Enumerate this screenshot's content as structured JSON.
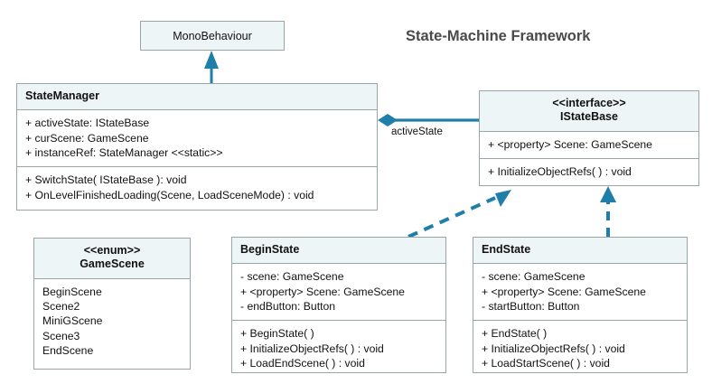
{
  "diagram": {
    "title": "State-Machine Framework",
    "accent_color": "#1f7fa8",
    "border_color": "#9aa5a8",
    "header_fill": "#eef5f6",
    "title_color": "#4a4a4a"
  },
  "boxes": {
    "monobehaviour": {
      "name": "MonoBehaviour"
    },
    "state_manager": {
      "name": "StateManager",
      "attributes": [
        "+ activeState: IStateBase",
        "+ curScene: GameScene",
        "+ instanceRef: StateManager <<static>>"
      ],
      "methods": [
        "+ SwitchState( IStateBase ): void",
        "+ OnLevelFinishedLoading(Scene, LoadSceneMode) : void"
      ]
    },
    "istatebase": {
      "stereotype": "<<interface>>",
      "name": "IStateBase",
      "attributes": [
        "+ <property> Scene: GameScene"
      ],
      "methods": [
        "+ InitializeObjectRefs(  ) : void"
      ]
    },
    "gamescene": {
      "stereotype": "<<enum>>",
      "name": "GameScene",
      "values": [
        "BeginScene",
        "Scene2",
        "MiniGScene",
        "Scene3",
        "EndScene"
      ]
    },
    "begin_state": {
      "name": "BeginState",
      "attributes": [
        "-  scene: GameScene",
        "+  <property> Scene: GameScene",
        "- endButton: Button"
      ],
      "methods": [
        "+ BeginState( )",
        "+ InitializeObjectRefs(  ) : void",
        "+ LoadEndScene( ) : void"
      ]
    },
    "end_state": {
      "name": "EndState",
      "attributes": [
        "-  scene: GameScene",
        "+  <property> Scene: GameScene",
        "- startButton: Button"
      ],
      "methods": [
        "+ EndState( )",
        "+ InitializeObjectRefs(  ) : void",
        "+ LoadStartScene( ) : void"
      ]
    }
  },
  "edges": {
    "association_label": "activeState"
  }
}
